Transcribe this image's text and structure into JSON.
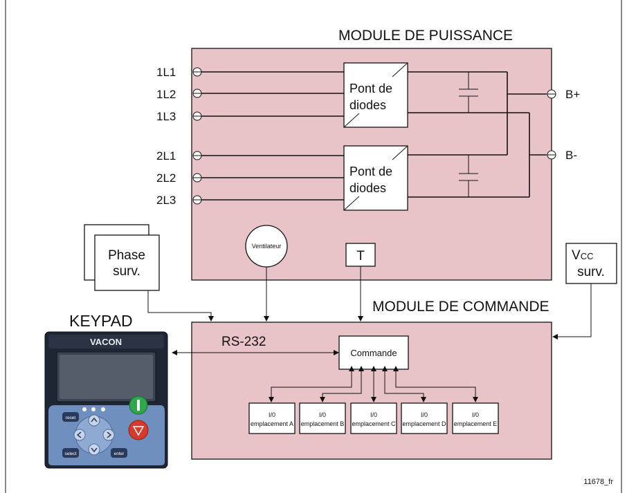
{
  "titles": {
    "power_module": "MODULE DE PUISSANCE",
    "control_module": "MODULE DE COMMANDE",
    "keypad": "KEYPAD"
  },
  "inputs": {
    "group1": [
      "1L1",
      "1L2",
      "1L3"
    ],
    "group2": [
      "2L1",
      "2L2",
      "2L3"
    ]
  },
  "outputs": {
    "b_plus": "B+",
    "b_minus": "B-"
  },
  "bridge": {
    "line1": "Pont de",
    "line2": "diodes"
  },
  "fan_label": "Ventilateur",
  "temp_label": "T",
  "phase_supervision": {
    "line1": "Phase",
    "line2": "surv."
  },
  "vcc_supervision": {
    "line1_main": "V",
    "line1_sub": "CC",
    "line2": "surv."
  },
  "rs232": "RS-232",
  "control_unit": "Commande",
  "io_slots": [
    {
      "line1": "I/0",
      "line2": "emplacement A"
    },
    {
      "line1": "I/0",
      "line2": "emplacement B"
    },
    {
      "line1": "I/0",
      "line2": "emplacement C"
    },
    {
      "line1": "I/0",
      "line2": "emplacement D"
    },
    {
      "line1": "I/0",
      "line2": "emplacement E"
    }
  ],
  "keypad_device": {
    "brand": "VACON",
    "reset_label": "reset",
    "select_label": "select",
    "enter_label": "enter"
  },
  "figure_id": "11678_fr",
  "colors": {
    "module_fill": "#e8c3c8",
    "keypad_body": "#1e2533",
    "keypad_panel": "#6f8fbf",
    "start_button": "#2ea84a",
    "stop_button": "#d63a2a"
  }
}
